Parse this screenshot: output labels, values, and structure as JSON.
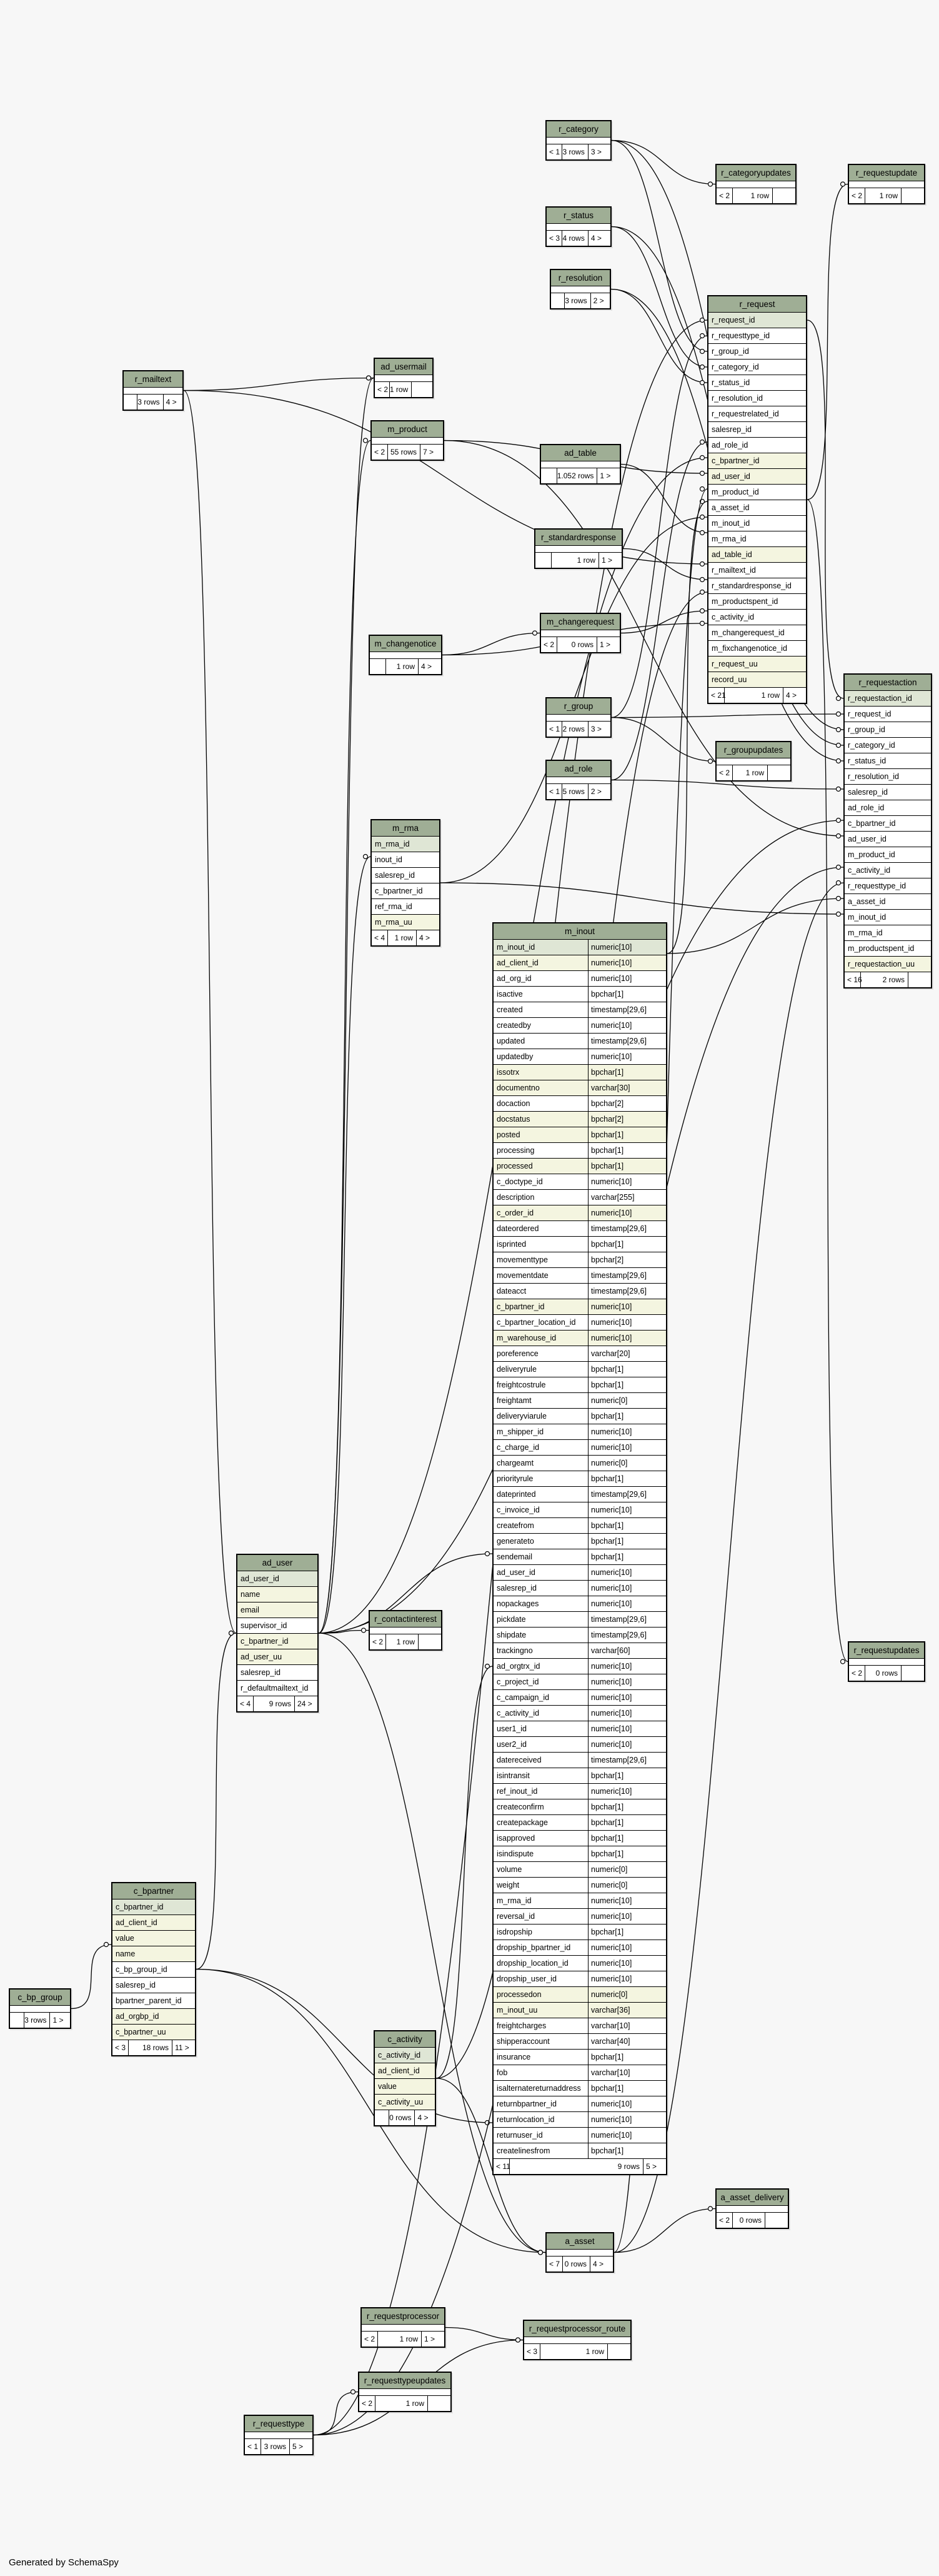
{
  "credit": "Generated by SchemaSpy",
  "tables": [
    {
      "name": "r_category",
      "left": [],
      "mid": "3 rows",
      "right": "3 >",
      "lt": "< 1",
      "cols": []
    },
    {
      "name": "r_categoryupdates",
      "cols": [],
      "lt": "< 2",
      "mid": "1 row",
      "right": ""
    },
    {
      "name": "r_requestupdate",
      "cols": [],
      "lt": "< 2",
      "mid": "1 row",
      "right": ""
    },
    {
      "name": "r_status",
      "cols": [],
      "lt": "< 3",
      "mid": "4 rows",
      "right": "4 >"
    },
    {
      "name": "r_resolution",
      "cols": [],
      "lt": "",
      "mid": "3 rows",
      "right": "2 >"
    },
    {
      "name": "r_mailtext",
      "cols": [],
      "lt": "",
      "mid": "3 rows",
      "right": "4 >"
    },
    {
      "name": "ad_usermail",
      "cols": [],
      "lt": "< 2",
      "mid": "1 row",
      "right": ""
    },
    {
      "name": "m_product",
      "cols": [],
      "lt": "< 2",
      "mid": "55 rows",
      "right": "7 >"
    },
    {
      "name": "ad_table",
      "cols": [],
      "lt": "",
      "mid": "1.052 rows",
      "right": "1 >"
    },
    {
      "name": "r_standardresponse",
      "cols": [],
      "lt": "",
      "mid": "1 row",
      "right": "1 >"
    },
    {
      "name": "m_changenotice",
      "cols": [],
      "lt": "",
      "mid": "1 row",
      "right": "4 >"
    },
    {
      "name": "m_changerequest",
      "cols": [],
      "lt": "< 2",
      "mid": "0 rows",
      "right": "1 >"
    },
    {
      "name": "r_group",
      "cols": [],
      "lt": "< 1",
      "mid": "2 rows",
      "right": "3 >"
    },
    {
      "name": "r_groupupdates",
      "cols": [],
      "lt": "< 2",
      "mid": "1 row",
      "right": ""
    },
    {
      "name": "ad_role",
      "cols": [],
      "lt": "< 1",
      "mid": "5 rows",
      "right": "2 >"
    },
    {
      "name": "r_request",
      "lt": "< 21",
      "mid": "1 row",
      "right": "4 >",
      "cols": [
        {
          "n": "r_request_id",
          "k": "pk"
        },
        {
          "n": "r_requesttype_id"
        },
        {
          "n": "r_group_id"
        },
        {
          "n": "r_category_id"
        },
        {
          "n": "r_status_id"
        },
        {
          "n": "r_resolution_id"
        },
        {
          "n": "r_requestrelated_id"
        },
        {
          "n": "salesrep_id"
        },
        {
          "n": "ad_role_id"
        },
        {
          "n": "c_bpartner_id",
          "k": "hl"
        },
        {
          "n": "ad_user_id",
          "k": "hl"
        },
        {
          "n": "m_product_id"
        },
        {
          "n": "a_asset_id"
        },
        {
          "n": "m_inout_id"
        },
        {
          "n": "m_rma_id"
        },
        {
          "n": "ad_table_id",
          "k": "hl"
        },
        {
          "n": "r_mailtext_id"
        },
        {
          "n": "r_standardresponse_id"
        },
        {
          "n": "m_productspent_id"
        },
        {
          "n": "c_activity_id"
        },
        {
          "n": "m_changerequest_id"
        },
        {
          "n": "m_fixchangenotice_id"
        },
        {
          "n": "r_request_uu",
          "k": "hl"
        },
        {
          "n": "record_uu",
          "k": "hl"
        }
      ]
    },
    {
      "name": "r_requestaction",
      "lt": "< 16",
      "mid": "2 rows",
      "right": "",
      "cols": [
        {
          "n": "r_requestaction_id",
          "k": "pk"
        },
        {
          "n": "r_request_id"
        },
        {
          "n": "r_group_id"
        },
        {
          "n": "r_category_id"
        },
        {
          "n": "r_status_id"
        },
        {
          "n": "r_resolution_id"
        },
        {
          "n": "salesrep_id"
        },
        {
          "n": "ad_role_id"
        },
        {
          "n": "c_bpartner_id"
        },
        {
          "n": "ad_user_id"
        },
        {
          "n": "m_product_id"
        },
        {
          "n": "c_activity_id"
        },
        {
          "n": "r_requesttype_id"
        },
        {
          "n": "a_asset_id"
        },
        {
          "n": "m_inout_id"
        },
        {
          "n": "m_rma_id"
        },
        {
          "n": "m_productspent_id"
        },
        {
          "n": "r_requestaction_uu",
          "k": "hl"
        }
      ]
    },
    {
      "name": "m_rma",
      "lt": "< 4",
      "mid": "1 row",
      "right": "4 >",
      "cols": [
        {
          "n": "m_rma_id",
          "k": "pk"
        },
        {
          "n": "inout_id"
        },
        {
          "n": "salesrep_id"
        },
        {
          "n": "c_bpartner_id"
        },
        {
          "n": "ref_rma_id"
        },
        {
          "n": "m_rma_uu",
          "k": "hl"
        }
      ]
    },
    {
      "name": "m_inout",
      "lt": "< 11",
      "mid": "9 rows",
      "right": "5 >",
      "cols": [
        {
          "n": "m_inout_id",
          "t": "numeric[10]",
          "k": "pk"
        },
        {
          "n": "ad_client_id",
          "t": "numeric[10]",
          "k": "hl"
        },
        {
          "n": "ad_org_id",
          "t": "numeric[10]"
        },
        {
          "n": "isactive",
          "t": "bpchar[1]"
        },
        {
          "n": "created",
          "t": "timestamp[29,6]"
        },
        {
          "n": "createdby",
          "t": "numeric[10]"
        },
        {
          "n": "updated",
          "t": "timestamp[29,6]"
        },
        {
          "n": "updatedby",
          "t": "numeric[10]"
        },
        {
          "n": "issotrx",
          "t": "bpchar[1]",
          "k": "hl"
        },
        {
          "n": "documentno",
          "t": "varchar[30]",
          "k": "hl"
        },
        {
          "n": "docaction",
          "t": "bpchar[2]"
        },
        {
          "n": "docstatus",
          "t": "bpchar[2]",
          "k": "hl"
        },
        {
          "n": "posted",
          "t": "bpchar[1]",
          "k": "hl"
        },
        {
          "n": "processing",
          "t": "bpchar[1]"
        },
        {
          "n": "processed",
          "t": "bpchar[1]",
          "k": "hl"
        },
        {
          "n": "c_doctype_id",
          "t": "numeric[10]"
        },
        {
          "n": "description",
          "t": "varchar[255]"
        },
        {
          "n": "c_order_id",
          "t": "numeric[10]",
          "k": "hl"
        },
        {
          "n": "dateordered",
          "t": "timestamp[29,6]"
        },
        {
          "n": "isprinted",
          "t": "bpchar[1]"
        },
        {
          "n": "movementtype",
          "t": "bpchar[2]"
        },
        {
          "n": "movementdate",
          "t": "timestamp[29,6]"
        },
        {
          "n": "dateacct",
          "t": "timestamp[29,6]"
        },
        {
          "n": "c_bpartner_id",
          "t": "numeric[10]",
          "k": "hl"
        },
        {
          "n": "c_bpartner_location_id",
          "t": "numeric[10]"
        },
        {
          "n": "m_warehouse_id",
          "t": "numeric[10]",
          "k": "hl"
        },
        {
          "n": "poreference",
          "t": "varchar[20]"
        },
        {
          "n": "deliveryrule",
          "t": "bpchar[1]"
        },
        {
          "n": "freightcostrule",
          "t": "bpchar[1]"
        },
        {
          "n": "freightamt",
          "t": "numeric[0]"
        },
        {
          "n": "deliveryviarule",
          "t": "bpchar[1]"
        },
        {
          "n": "m_shipper_id",
          "t": "numeric[10]"
        },
        {
          "n": "c_charge_id",
          "t": "numeric[10]"
        },
        {
          "n": "chargeamt",
          "t": "numeric[0]"
        },
        {
          "n": "priorityrule",
          "t": "bpchar[1]"
        },
        {
          "n": "dateprinted",
          "t": "timestamp[29,6]"
        },
        {
          "n": "c_invoice_id",
          "t": "numeric[10]"
        },
        {
          "n": "createfrom",
          "t": "bpchar[1]"
        },
        {
          "n": "generateto",
          "t": "bpchar[1]"
        },
        {
          "n": "sendemail",
          "t": "bpchar[1]"
        },
        {
          "n": "ad_user_id",
          "t": "numeric[10]"
        },
        {
          "n": "salesrep_id",
          "t": "numeric[10]"
        },
        {
          "n": "nopackages",
          "t": "numeric[10]"
        },
        {
          "n": "pickdate",
          "t": "timestamp[29,6]"
        },
        {
          "n": "shipdate",
          "t": "timestamp[29,6]"
        },
        {
          "n": "trackingno",
          "t": "varchar[60]"
        },
        {
          "n": "ad_orgtrx_id",
          "t": "numeric[10]"
        },
        {
          "n": "c_project_id",
          "t": "numeric[10]"
        },
        {
          "n": "c_campaign_id",
          "t": "numeric[10]"
        },
        {
          "n": "c_activity_id",
          "t": "numeric[10]"
        },
        {
          "n": "user1_id",
          "t": "numeric[10]"
        },
        {
          "n": "user2_id",
          "t": "numeric[10]"
        },
        {
          "n": "datereceived",
          "t": "timestamp[29,6]"
        },
        {
          "n": "isintransit",
          "t": "bpchar[1]"
        },
        {
          "n": "ref_inout_id",
          "t": "numeric[10]"
        },
        {
          "n": "createconfirm",
          "t": "bpchar[1]"
        },
        {
          "n": "createpackage",
          "t": "bpchar[1]"
        },
        {
          "n": "isapproved",
          "t": "bpchar[1]"
        },
        {
          "n": "isindispute",
          "t": "bpchar[1]"
        },
        {
          "n": "volume",
          "t": "numeric[0]"
        },
        {
          "n": "weight",
          "t": "numeric[0]"
        },
        {
          "n": "m_rma_id",
          "t": "numeric[10]"
        },
        {
          "n": "reversal_id",
          "t": "numeric[10]"
        },
        {
          "n": "isdropship",
          "t": "bpchar[1]"
        },
        {
          "n": "dropship_bpartner_id",
          "t": "numeric[10]"
        },
        {
          "n": "dropship_location_id",
          "t": "numeric[10]"
        },
        {
          "n": "dropship_user_id",
          "t": "numeric[10]"
        },
        {
          "n": "processedon",
          "t": "numeric[0]",
          "k": "hl"
        },
        {
          "n": "m_inout_uu",
          "t": "varchar[36]",
          "k": "hl"
        },
        {
          "n": "freightcharges",
          "t": "varchar[10]"
        },
        {
          "n": "shipperaccount",
          "t": "varchar[40]"
        },
        {
          "n": "insurance",
          "t": "bpchar[1]"
        },
        {
          "n": "fob",
          "t": "varchar[10]"
        },
        {
          "n": "isalternatereturnaddress",
          "t": "bpchar[1]"
        },
        {
          "n": "returnbpartner_id",
          "t": "numeric[10]"
        },
        {
          "n": "returnlocation_id",
          "t": "numeric[10]"
        },
        {
          "n": "returnuser_id",
          "t": "numeric[10]"
        },
        {
          "n": "createlinesfrom",
          "t": "bpchar[1]"
        }
      ]
    },
    {
      "name": "ad_user",
      "lt": "< 4",
      "mid": "9 rows",
      "right": "24 >",
      "cols": [
        {
          "n": "ad_user_id",
          "k": "pk"
        },
        {
          "n": "name",
          "k": "hl"
        },
        {
          "n": "email",
          "k": "hl"
        },
        {
          "n": "supervisor_id"
        },
        {
          "n": "c_bpartner_id",
          "k": "hl"
        },
        {
          "n": "ad_user_uu",
          "k": "hl"
        },
        {
          "n": "salesrep_id"
        },
        {
          "n": "r_defaultmailtext_id"
        }
      ]
    },
    {
      "name": "r_contactinterest",
      "cols": [],
      "lt": "< 2",
      "mid": "1 row",
      "right": ""
    },
    {
      "name": "r_requestupdates",
      "cols": [],
      "lt": "< 2",
      "mid": "0 rows",
      "right": ""
    },
    {
      "name": "c_bp_group",
      "cols": [],
      "lt": "",
      "mid": "3 rows",
      "right": "1 >"
    },
    {
      "name": "c_bpartner",
      "lt": "< 3",
      "mid": "18 rows",
      "right": "11 >",
      "cols": [
        {
          "n": "c_bpartner_id",
          "k": "pk"
        },
        {
          "n": "ad_client_id",
          "k": "hl"
        },
        {
          "n": "value",
          "k": "hl"
        },
        {
          "n": "name",
          "k": "hl"
        },
        {
          "n": "c_bp_group_id"
        },
        {
          "n": "salesrep_id"
        },
        {
          "n": "bpartner_parent_id"
        },
        {
          "n": "ad_orgbp_id",
          "k": "hl"
        },
        {
          "n": "c_bpartner_uu",
          "k": "hl"
        }
      ]
    },
    {
      "name": "c_activity",
      "lt": "",
      "mid": "0 rows",
      "right": "4 >",
      "cols": [
        {
          "n": "c_activity_id",
          "k": "pk"
        },
        {
          "n": "ad_client_id",
          "k": "hl"
        },
        {
          "n": "value",
          "k": "hl"
        },
        {
          "n": "c_activity_uu",
          "k": "hl"
        }
      ]
    },
    {
      "name": "a_asset_delivery",
      "cols": [],
      "lt": "< 2",
      "mid": "0 rows",
      "right": ""
    },
    {
      "name": "a_asset",
      "cols": [],
      "lt": "< 7",
      "mid": "0 rows",
      "right": "4 >"
    },
    {
      "name": "r_requestprocessor",
      "cols": [],
      "lt": "< 2",
      "mid": "1 row",
      "right": "1 >"
    },
    {
      "name": "r_requestprocessor_route",
      "cols": [],
      "lt": "< 3",
      "mid": "1 row",
      "right": ""
    },
    {
      "name": "r_requesttypeupdates",
      "cols": [],
      "lt": "< 2",
      "mid": "1 row",
      "right": ""
    },
    {
      "name": "r_requesttype",
      "cols": [],
      "lt": "< 1",
      "mid": "3 rows",
      "right": "5 >"
    }
  ]
}
